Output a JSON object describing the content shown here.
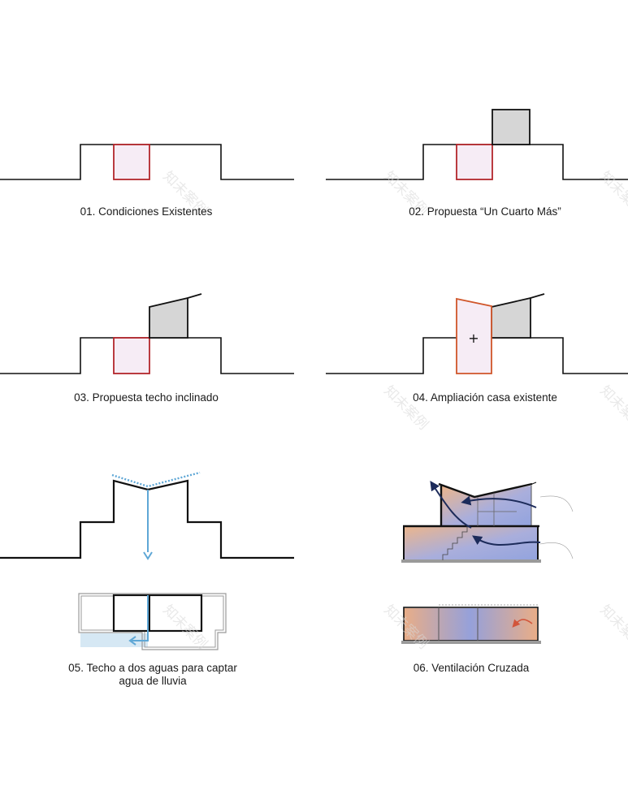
{
  "captions": {
    "c1": "01. Condiciones Existentes",
    "c2": "02. Propuesta “Un Cuarto Más”",
    "c3": "03. Propuesta techo inclinado",
    "c4": "04. Ampliación casa existente",
    "c5_line1": "05. Techo a dos aguas para captar",
    "c5_line2": "agua de lluvia",
    "c6": "06. Ventilación Cruzada"
  },
  "plus_sign": "+",
  "watermark": "知未案例",
  "colors": {
    "line": "#111111",
    "existing_room_stroke": "#b3262b",
    "existing_room_fill": "#f6ecf5",
    "new_room_fill": "#d6d6d6",
    "extension_stroke": "#d0562a",
    "water_blue": "#5fa7d6",
    "ventilation_orange": "#e9a877",
    "ventilation_blue": "#7f93d8",
    "air_arrow": "#1c2b5a",
    "warm_arrow": "#d2553b"
  }
}
